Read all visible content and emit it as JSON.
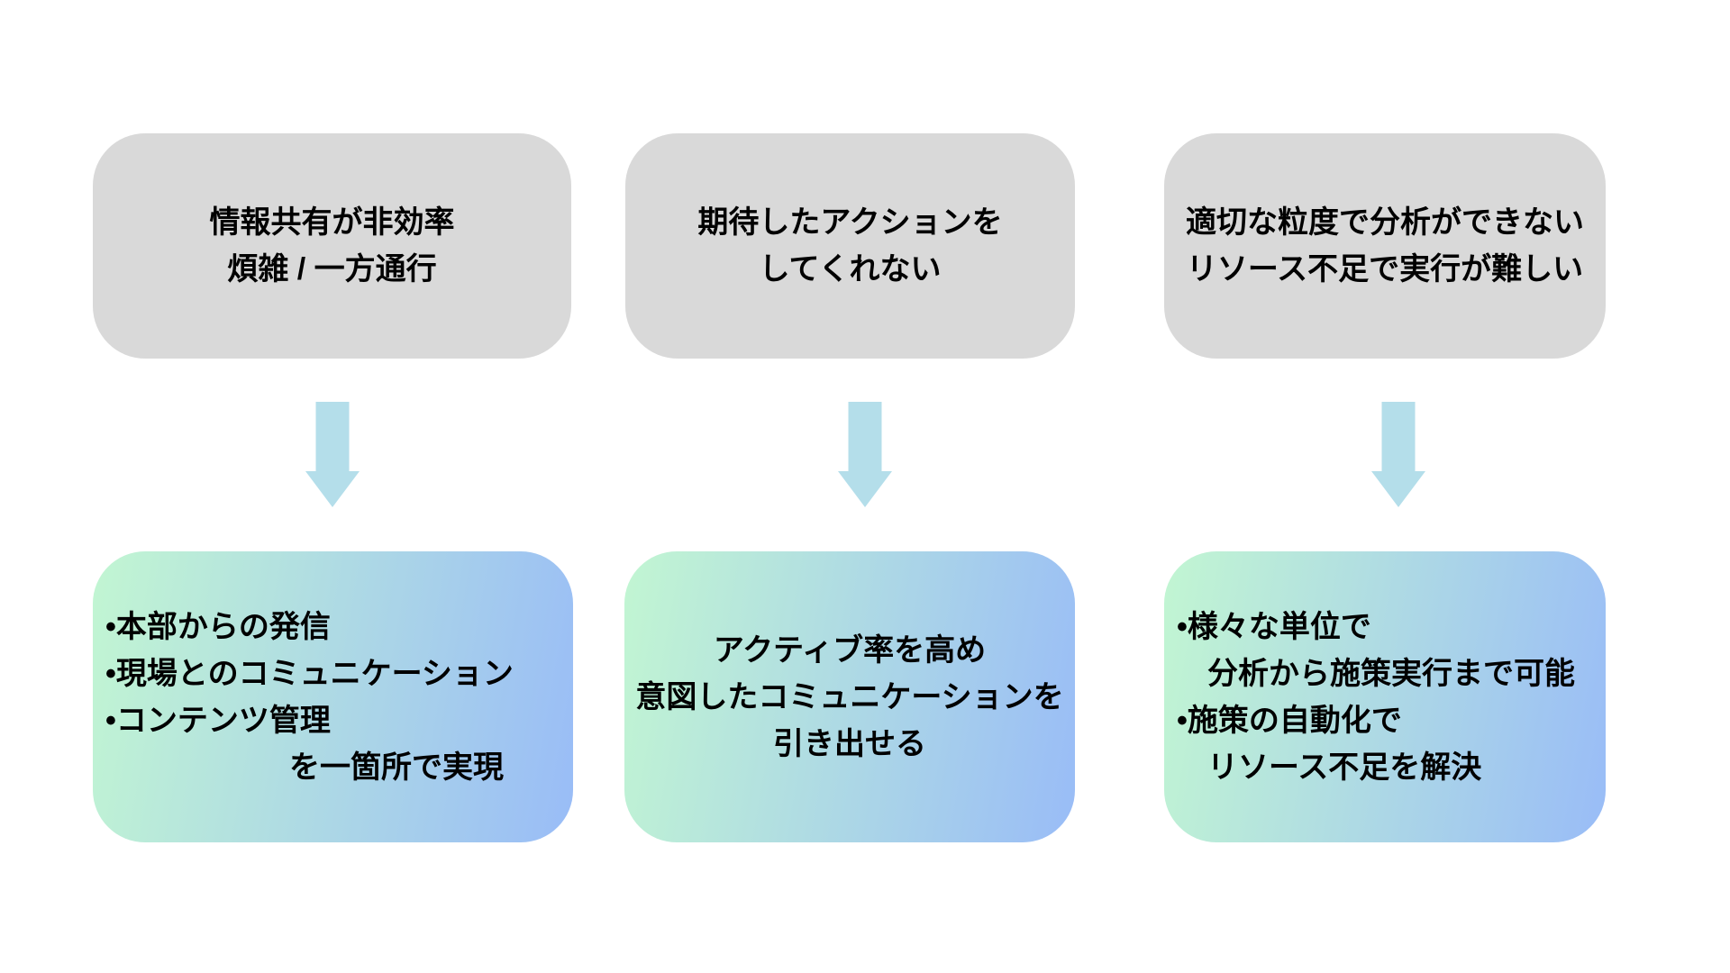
{
  "colors": {
    "background": "#ffffff",
    "problem_box": "#d9d9d9",
    "arrow": "#b4deea",
    "solution_gradient_start": "#c2f6d2",
    "solution_gradient_end": "#99bcf7",
    "text": "#000000"
  },
  "columns": [
    {
      "problem_text": "情報共有が非効率\n煩雑 / 一方通行",
      "solution_text": "•本部からの発信\n•現場とのコミュニケーション\n•コンテンツ管理\n　　　　　　を一箇所で実現"
    },
    {
      "problem_text": "期待したアクションを\nしてくれない",
      "solution_text": "アクティブ率を高め\n意図したコミュニケーションを\n引き出せる"
    },
    {
      "problem_text": "適切な粒度で分析ができない\nリソース不足で実行が難しい",
      "solution_text": "•様々な単位で\n　分析から施策実行まで可能\n•施策の自動化で\n　リソース不足を解決"
    }
  ]
}
